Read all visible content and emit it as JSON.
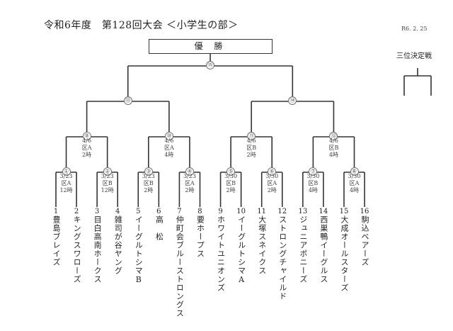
{
  "header": {
    "title": "令和6年度　第128回大会 ＜小学生の部＞",
    "date": "R6. 2. 25",
    "champion_label": "優 勝",
    "third_place_label": "三位決定戦"
  },
  "final": {
    "number": "⑮"
  },
  "semis": [
    {
      "number": "⑬"
    },
    {
      "number": "⑭"
    }
  ],
  "quarters": [
    {
      "number": "⑨",
      "date": "4/6",
      "area": "区A",
      "time": "2時"
    },
    {
      "number": "⑩",
      "date": "4/6",
      "area": "区A",
      "time": "4時"
    },
    {
      "number": "⑪",
      "date": "4/6",
      "area": "区B",
      "time": "2時"
    },
    {
      "number": "⑫",
      "date": "4/6",
      "area": "区B",
      "time": "4時"
    }
  ],
  "round1": [
    {
      "number": "①",
      "date": "3/23",
      "area": "区A",
      "time": "12時"
    },
    {
      "number": "②",
      "date": "3/23",
      "area": "区B",
      "time": "12時"
    },
    {
      "number": "③",
      "date": "3/23",
      "area": "区B",
      "time": "2時"
    },
    {
      "number": "④",
      "date": "3/23",
      "area": "区A",
      "time": "2時"
    },
    {
      "number": "⑤",
      "date": "3/30",
      "area": "区B",
      "time": "2時"
    },
    {
      "number": "⑥",
      "date": "3/30",
      "area": "区A",
      "time": "2時"
    },
    {
      "number": "⑦",
      "date": "3/30",
      "area": "区B",
      "time": "4時"
    },
    {
      "number": "⑧",
      "date": "3/30",
      "area": "区A",
      "time": "4時"
    }
  ],
  "teams": [
    {
      "num": "1",
      "name": "豊島ブレイズ"
    },
    {
      "num": "2",
      "name": "キングスワローズ"
    },
    {
      "num": "3",
      "name": "目白高南ホークス"
    },
    {
      "num": "4",
      "name": "雑司が谷ヤング"
    },
    {
      "num": "5",
      "name": "イーグルトシマB"
    },
    {
      "num": "6",
      "name": "高　松"
    },
    {
      "num": "7",
      "name": "仲町会ブルーストロングス"
    },
    {
      "num": "8",
      "name": "要ホープス"
    },
    {
      "num": "9",
      "name": "ホワイトユニオンズ"
    },
    {
      "num": "10",
      "name": "イーグルトシマA"
    },
    {
      "num": "11",
      "name": "大塚スネイクス"
    },
    {
      "num": "12",
      "name": "ストロングチャイルド"
    },
    {
      "num": "13",
      "name": "ジュニアポニーズ"
    },
    {
      "num": "14",
      "name": "西巣鴨イーグルス"
    },
    {
      "num": "15",
      "name": "大成オールスターズ"
    },
    {
      "num": "16",
      "name": "駒込ベアーズ"
    }
  ]
}
